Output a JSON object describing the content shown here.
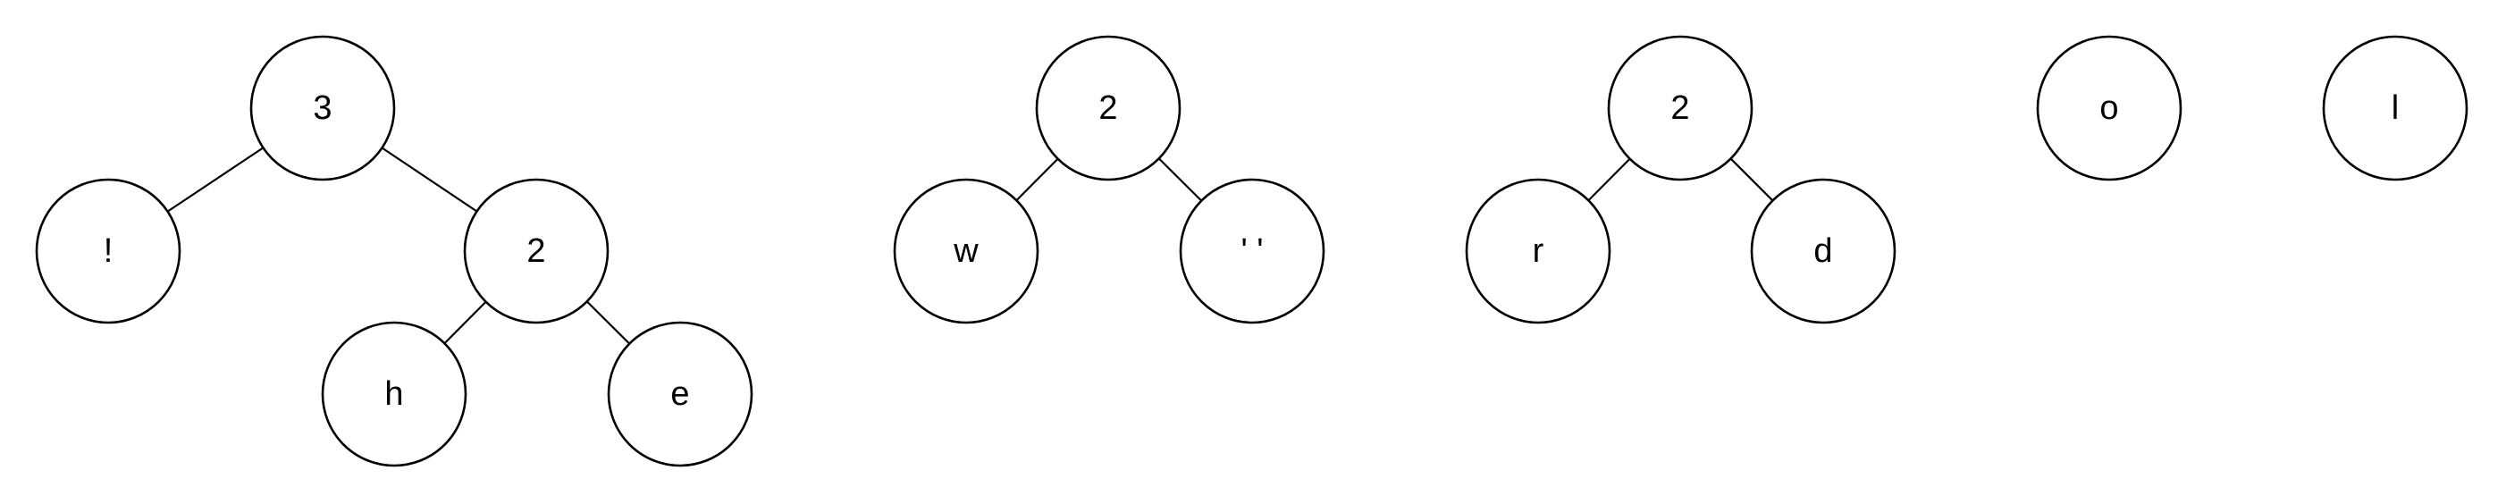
{
  "diagram": {
    "type": "huffman-forest",
    "trees": [
      {
        "root": {
          "label": "3",
          "children": [
            {
              "label": "!"
            },
            {
              "label": "2",
              "children": [
                {
                  "label": "h"
                },
                {
                  "label": "e"
                }
              ]
            }
          ]
        }
      },
      {
        "root": {
          "label": "2",
          "children": [
            {
              "label": "w"
            },
            {
              "label": "' '"
            }
          ]
        }
      },
      {
        "root": {
          "label": "2",
          "children": [
            {
              "label": "r"
            },
            {
              "label": "d"
            }
          ]
        }
      },
      {
        "root": {
          "label": "o"
        }
      },
      {
        "root": {
          "label": "l"
        }
      }
    ]
  }
}
